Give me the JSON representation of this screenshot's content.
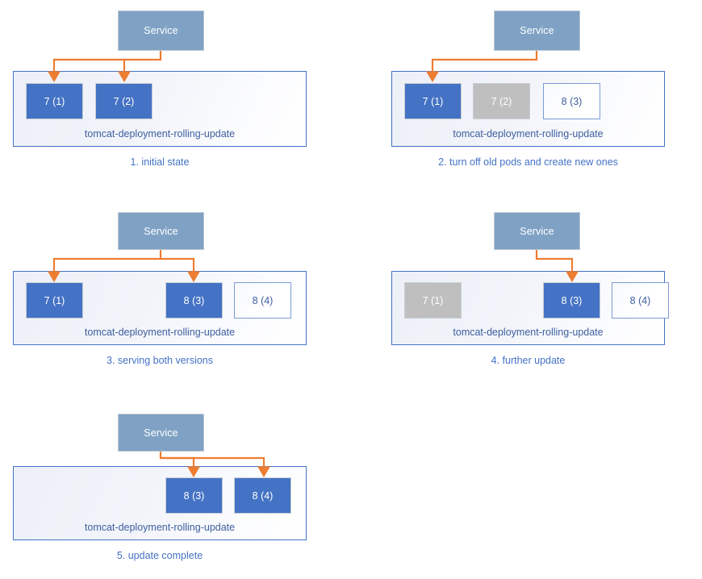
{
  "diagram": {
    "title": "Kubernetes deployment rolling update sequence",
    "colors": {
      "service_fill": "#7FA2C4",
      "pod_active_fill": "#4472C4",
      "pod_terminating_fill": "#BFBFBF",
      "pod_pending_border": "#7B9BD3",
      "deployment_border": "#4472C4",
      "arrow": "#ED7D31",
      "caption_text": "#4472C4"
    },
    "service_label": "Service",
    "deployment_label": "tomcat-deployment-rolling-update",
    "panels": [
      {
        "id": "panel-1",
        "caption": "1. initial state",
        "service": "Service",
        "deployment": "tomcat-deployment-rolling-update",
        "pods": [
          {
            "label": "7 (1)",
            "state": "active"
          },
          {
            "label": "7 (2)",
            "state": "active"
          }
        ],
        "arrow_targets": [
          "7 (1)",
          "7 (2)"
        ]
      },
      {
        "id": "panel-2",
        "caption": "2. turn off old pods and create new ones",
        "service": "Service",
        "deployment": "tomcat-deployment-rolling-update",
        "pods": [
          {
            "label": "7 (1)",
            "state": "active"
          },
          {
            "label": "7 (2)",
            "state": "terminating"
          },
          {
            "label": "8 (3)",
            "state": "pending"
          }
        ],
        "arrow_targets": [
          "7 (1)"
        ]
      },
      {
        "id": "panel-3",
        "caption": "3. serving both versions",
        "service": "Service",
        "deployment": "tomcat-deployment-rolling-update",
        "pods": [
          {
            "label": "7 (1)",
            "state": "active"
          },
          {
            "label": "8 (3)",
            "state": "active"
          },
          {
            "label": "8 (4)",
            "state": "pending"
          }
        ],
        "arrow_targets": [
          "7 (1)",
          "8 (3)"
        ]
      },
      {
        "id": "panel-4",
        "caption": "4. further update",
        "service": "Service",
        "deployment": "tomcat-deployment-rolling-update",
        "pods": [
          {
            "label": "7 (1)",
            "state": "terminating"
          },
          {
            "label": "8 (3)",
            "state": "active"
          },
          {
            "label": "8 (4)",
            "state": "pending"
          }
        ],
        "arrow_targets": [
          "8 (3)"
        ]
      },
      {
        "id": "panel-5",
        "caption": "5. update complete",
        "service": "Service",
        "deployment": "tomcat-deployment-rolling-update",
        "pods": [
          {
            "label": "8 (3)",
            "state": "active"
          },
          {
            "label": "8 (4)",
            "state": "active"
          }
        ],
        "arrow_targets": [
          "8 (3)",
          "8 (4)"
        ]
      }
    ]
  }
}
